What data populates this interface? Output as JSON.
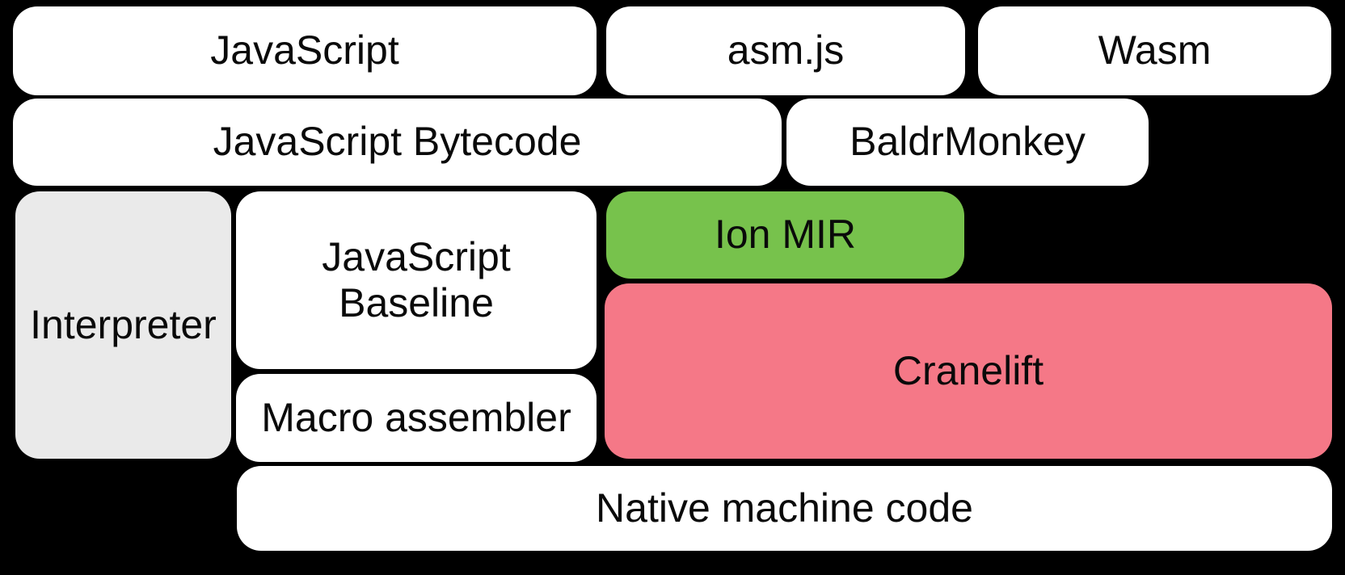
{
  "diagram": {
    "background_color": "#000000",
    "text_color": "#0A0A0A",
    "blocks": {
      "javascript": {
        "label": "JavaScript",
        "color": "#FFFFFF"
      },
      "asmjs": {
        "label": "asm.js",
        "color": "#FFFFFF"
      },
      "wasm": {
        "label": "Wasm",
        "color": "#FFFFFF"
      },
      "javascript_bytecode": {
        "label": "JavaScript Bytecode",
        "color": "#FFFFFF"
      },
      "baldrmonkey": {
        "label": "BaldrMonkey",
        "color": "#FFFFFF"
      },
      "interpreter": {
        "label": "Interpreter",
        "color": "#EAEAEA"
      },
      "javascript_baseline": {
        "label": "JavaScript\nBaseline",
        "color": "#FFFFFF"
      },
      "ion_mir": {
        "label": "Ion MIR",
        "color": "#77C24C"
      },
      "cranelift": {
        "label": "Cranelift",
        "color": "#F57887"
      },
      "macro_assembler": {
        "label": "Macro assembler",
        "color": "#FFFFFF"
      },
      "native_machine_code": {
        "label": "Native machine code",
        "color": "#FFFFFF"
      }
    }
  }
}
